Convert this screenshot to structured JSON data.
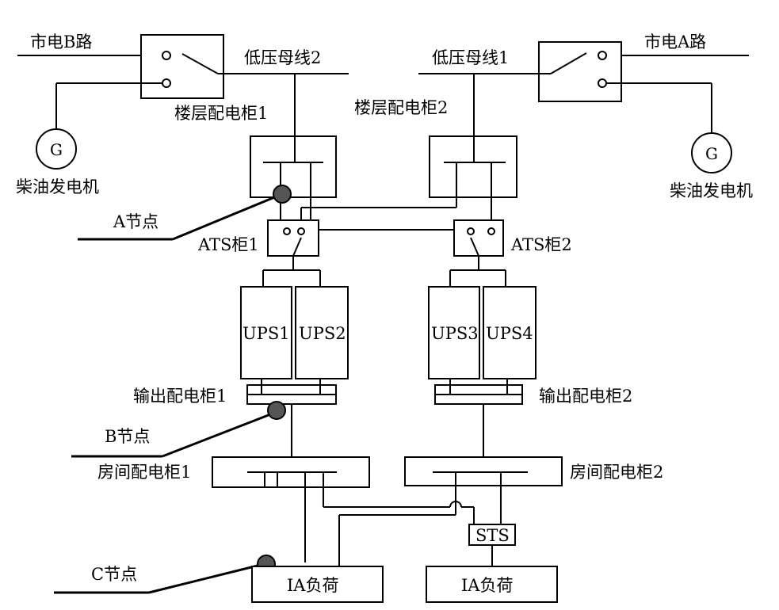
{
  "labels": {
    "grid_b": "市电B路",
    "grid_a": "市电A路",
    "bus2": "低压母线2",
    "bus1": "低压母线1",
    "floor_cab1": "楼层配电柜1",
    "floor_cab2": "楼层配电柜2",
    "diesel_left": "柴油发电机",
    "diesel_right": "柴油发电机",
    "gen_symbol": "G",
    "node_a": "A节点",
    "node_b": "B节点",
    "node_c": "C节点",
    "ats1": "ATS柜1",
    "ats2": "ATS柜2",
    "ups1": "UPS1",
    "ups2": "UPS2",
    "ups3": "UPS3",
    "ups4": "UPS4",
    "out_cab1": "输出配电柜1",
    "out_cab2": "输出配电柜2",
    "room_cab1": "房间配电柜1",
    "room_cab2": "房间配电柜2",
    "sts": "STS",
    "load_left": "IA负荷",
    "load_right": "IA负荷"
  }
}
